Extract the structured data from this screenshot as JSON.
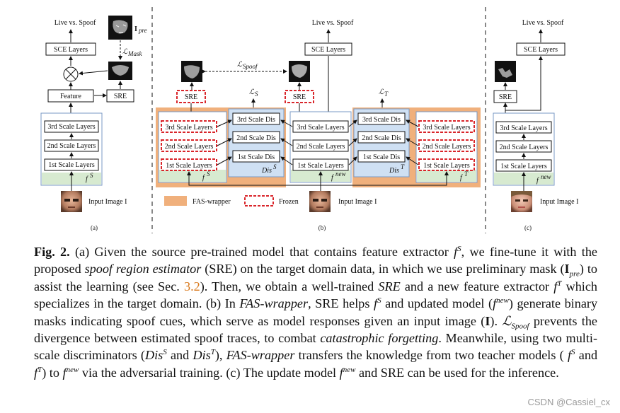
{
  "panel_a": {
    "output": "Live vs. Spoof",
    "sce": "SCE Layers",
    "ipre": "I",
    "ipre_sub": "pre",
    "lmask": "ℒ",
    "lmask_sub": "Mask",
    "feature": "Feature",
    "sre": "SRE",
    "layers": [
      "3rd Scale Layers",
      "2nd Scale Layers",
      "1st Scale Layers"
    ],
    "model": "f",
    "model_sup": "S",
    "input": "Input Image I",
    "tag": "(a)"
  },
  "panel_b": {
    "output": "Live vs. Spoof",
    "sce": "SCE Layers",
    "lspoof": "ℒ",
    "lspoof_sub": "Spoof",
    "ls": "ℒ",
    "ls_sub": "S",
    "lt": "ℒ",
    "lt_sub": "T",
    "sre": "SRE",
    "layers": [
      "3rd Scale Layers",
      "2nd Scale Layers",
      "1st Scale Layers"
    ],
    "dis": [
      "3rd Scale Dis",
      "2nd Scale Dis",
      "1st Scale Dis"
    ],
    "dis_s": "Dis",
    "dis_s_sup": "S",
    "dis_t": "Dis",
    "dis_t_sup": "T",
    "fs": "f",
    "fs_sup": "S",
    "fnew": "f",
    "fnew_sup": "new",
    "ft": "f",
    "ft_sup": "T",
    "legend_wrapper": "FAS-wrapper",
    "legend_frozen": "Frozen",
    "input": "Input Image I",
    "tag": "(b)"
  },
  "panel_c": {
    "output": "Live vs. Spoof",
    "sce": "SCE Layers",
    "sre": "SRE",
    "layers": [
      "3rd Scale Layers",
      "2nd Scale Layers",
      "1st Scale Layers"
    ],
    "model": "f",
    "model_sup": "new",
    "input": "Input Image I",
    "tag": "(c)"
  },
  "caption": {
    "fig": "Fig. 2.",
    "t1": "(a) Given the source pre-trained model that contains feature extractor",
    "t2": ", we fine-tune it with the proposed",
    "t3": "spoof region estimator",
    "t4": "(SRE) on the target domain data, in which we use preliminary mask (",
    "t5": ") to assist the learning (see Sec.",
    "sec": "3.2",
    "t6": "). Then, we obtain a well-trained",
    "t7": "SRE",
    "t8": "and a new feature extractor",
    "t9": "which specializes in the target domain. (b) In",
    "t10": "FAS-wrapper",
    "t11": ", SRE helps",
    "t12": "and updated model (",
    "t13": ") generate binary masks indicating spoof cues, which serve as model responses given an input image (",
    "t14": ").",
    "t15": "prevents the divergence between estimated spoof traces, to combat",
    "t16": "catastrophic forgetting",
    "t17": ". Meanwhile, using two multi-scale discriminators (",
    "t18": "and",
    "t19": "),",
    "t20": "FAS-wrapper",
    "t21": "transfers the knowledge from two teacher models (",
    "t22": "and",
    "t23": ") to",
    "t24": "via the adversarial training. (c) The update model",
    "t25": "and SRE can be used for the inference."
  },
  "watermark": "CSDN @Cassiel_cx",
  "colors": {
    "wrapper": "#f0b07c",
    "frozen": "#d9252a",
    "green_fill": "#d7ead0",
    "blue_fill": "#cfe0f3",
    "blue_border": "#7a9ac4"
  }
}
